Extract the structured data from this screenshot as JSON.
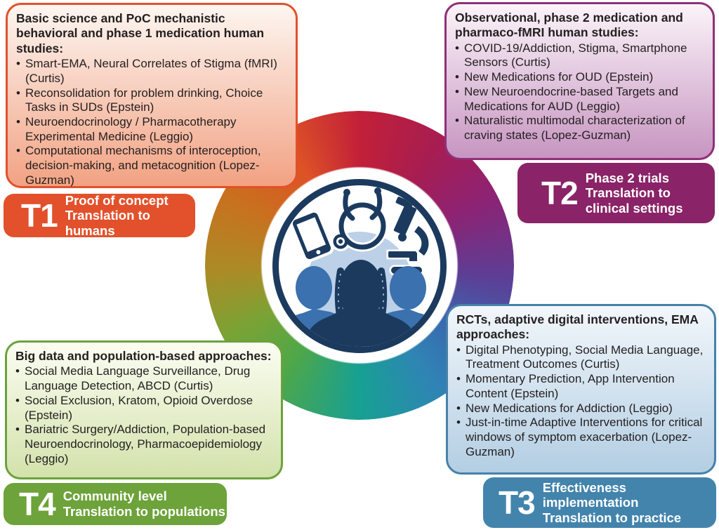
{
  "glyphs": {
    "bullet": "•"
  },
  "colors": {
    "text": "#231f20",
    "ink": "#1b3a5e",
    "person-blue": "#3a71ae",
    "blob": "#bcd0e8",
    "t1-accent": "#e2512b",
    "t1-grad-top": "#fdf6f1",
    "t1-grad-bottom": "#f2a283",
    "t2-border": "#8f3078",
    "t2-tab": "#8a2367",
    "t2-grad-top": "#fbf4f9",
    "t2-grad-bottom": "#c795c1",
    "t3-border": "#4681aa",
    "t3-tab": "#4384ad",
    "t3-grad-top": "#f2f7fb",
    "t3-grad-bottom": "#b3cee3",
    "t4-border": "#6ba23c",
    "t4-tab": "#6da33a",
    "t4-grad-top": "#fbfdf2",
    "t4-grad-bottom": "#d3e2ab"
  },
  "ring": {
    "stops": [
      "#c22038 0deg",
      "#a81d51 32deg",
      "#8e2273 62deg",
      "#5d3e95 95deg",
      "#3b66ae 122deg",
      "#2f84b5 148deg",
      "#17a093 180deg",
      "#4fa748 215deg",
      "#7aa335 242deg",
      "#ac8b26 268deg",
      "#c9701e 298deg",
      "#dd5226 330deg",
      "#c22038 360deg"
    ]
  },
  "center": {
    "icons": [
      "smartphone-icon",
      "stethoscope-icon",
      "microscope-icon",
      "people-silhouettes-icon"
    ]
  },
  "quadrants": {
    "t1": {
      "stage": "T1",
      "label": [
        "Proof of concept",
        "Translation to humans"
      ],
      "heading": "Basic science and PoC mechanistic behavioral and phase 1 medication human studies:",
      "bullets": [
        "Smart-EMA, Neural Correlates of Stigma (fMRI) (Curtis)",
        "Reconsolidation for problem drinking, Choice Tasks in SUDs (Epstein)",
        "Neuroendocrinology / Pharmacotherapy Experimental Medicine (Leggio)",
        "Computational mechanisms of interoception, decision-making, and metacognition (Lopez-Guzman)"
      ]
    },
    "t2": {
      "stage": "T2",
      "label": [
        "Phase 2 trials",
        "Translation to",
        "clinical settings"
      ],
      "heading": "Observational, phase 2 medication and pharmaco-fMRI human studies:",
      "bullets": [
        "COVID-19/Addiction, Stigma, Smartphone Sensors (Curtis)",
        "New Medications for OUD (Epstein)",
        "New Neuroendocrine-based Targets and Medications for AUD (Leggio)",
        "Naturalistic multimodal characterization of craving states (Lopez-Guzman)"
      ]
    },
    "t3": {
      "stage": "T3",
      "label": [
        "Effectiveness implementation",
        "Translation to practice"
      ],
      "heading": "RCTs, adaptive digital interventions, EMA approaches:",
      "bullets": [
        "Digital Phenotyping, Social Media Language, Treatment Outcomes (Curtis)",
        "Momentary Prediction, App Intervention Content (Epstein)",
        "New Medications for Addiction (Leggio)",
        "Just-in-time Adaptive Interventions for critical windows of symptom exacerbation (Lopez-Guzman)"
      ]
    },
    "t4": {
      "stage": "T4",
      "label": [
        "Community level",
        "Translation to populations"
      ],
      "heading": "Big data and population-based approaches:",
      "bullets": [
        "Social Media Language Surveillance, Drug Language Detection, ABCD (Curtis)",
        "Social Exclusion, Kratom, Opioid Overdose (Epstein)",
        "Bariatric Surgery/Addiction, Population-based Neuroendocrinology, Pharmacoepidemiology (Leggio)"
      ]
    }
  }
}
